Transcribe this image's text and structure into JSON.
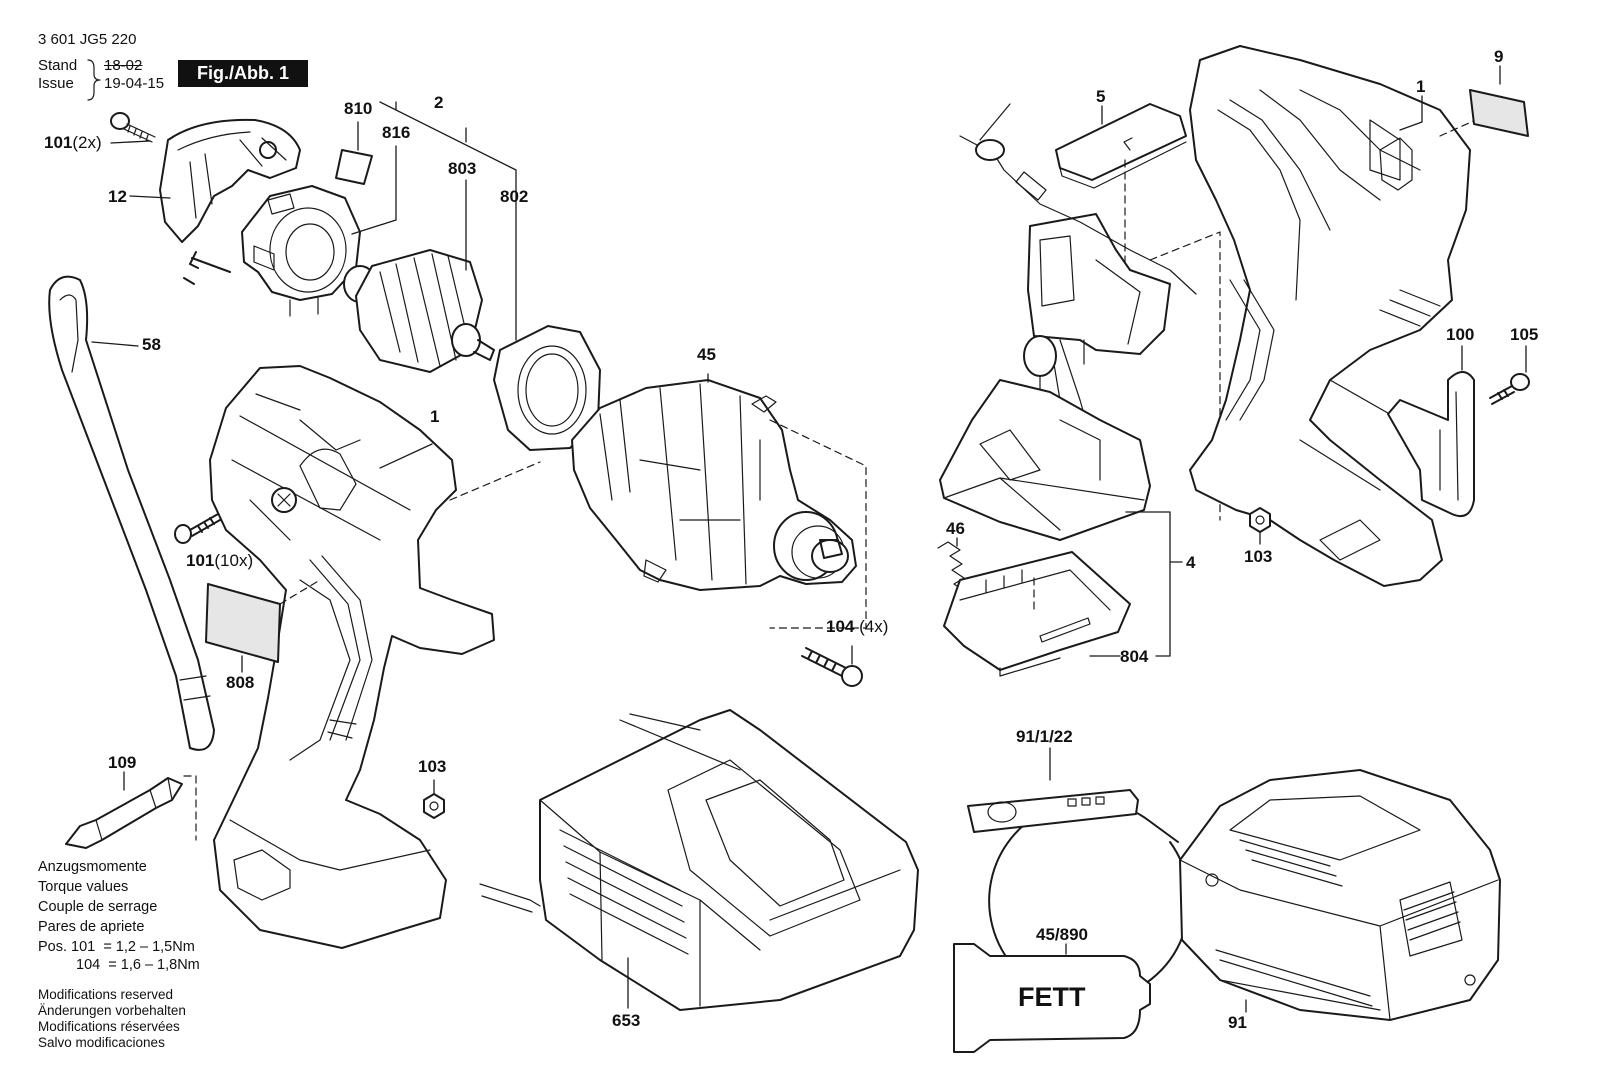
{
  "header": {
    "doc_number": "3 601 JG5 220",
    "stand_label": "Stand",
    "issue_label": "Issue",
    "stand_date": "18-02",
    "issue_date": "19-04-15",
    "figure_label": "Fig./Abb. 1"
  },
  "callouts": [
    {
      "id": "101_top",
      "number": "101",
      "qty": "(2x)"
    },
    {
      "id": "12",
      "number": "12",
      "qty": ""
    },
    {
      "id": "810",
      "number": "810",
      "qty": ""
    },
    {
      "id": "816",
      "number": "816",
      "qty": ""
    },
    {
      "id": "2",
      "number": "2",
      "qty": ""
    },
    {
      "id": "803",
      "number": "803",
      "qty": ""
    },
    {
      "id": "802",
      "number": "802",
      "qty": ""
    },
    {
      "id": "58",
      "number": "58",
      "qty": ""
    },
    {
      "id": "45",
      "number": "45",
      "qty": ""
    },
    {
      "id": "1_left",
      "number": "1",
      "qty": ""
    },
    {
      "id": "101_mid",
      "number": "101",
      "qty": "(10x)"
    },
    {
      "id": "808",
      "number": "808",
      "qty": ""
    },
    {
      "id": "104",
      "number": "104",
      "qty": "(4x)"
    },
    {
      "id": "109",
      "number": "109",
      "qty": ""
    },
    {
      "id": "103_left",
      "number": "103",
      "qty": ""
    },
    {
      "id": "653",
      "number": "653",
      "qty": ""
    },
    {
      "id": "5",
      "number": "5",
      "qty": ""
    },
    {
      "id": "46",
      "number": "46",
      "qty": ""
    },
    {
      "id": "4",
      "number": "4",
      "qty": ""
    },
    {
      "id": "804",
      "number": "804",
      "qty": ""
    },
    {
      "id": "91_1_22",
      "number": "91/1/22",
      "qty": ""
    },
    {
      "id": "45_890",
      "number": "45/890",
      "qty": ""
    },
    {
      "id": "91",
      "number": "91",
      "qty": ""
    },
    {
      "id": "9",
      "number": "9",
      "qty": ""
    },
    {
      "id": "1_right",
      "number": "1",
      "qty": ""
    },
    {
      "id": "100",
      "number": "100",
      "qty": ""
    },
    {
      "id": "105",
      "number": "105",
      "qty": ""
    },
    {
      "id": "103_right",
      "number": "103",
      "qty": ""
    }
  ],
  "torque": {
    "lines": [
      "Anzugsmomente",
      "Torque values",
      "Couple de serrage",
      "Pares de apriete"
    ],
    "row1": {
      "prefix": "Pos.",
      "pos": "101",
      "value": "= 1,2 – 1,5Nm"
    },
    "row2": {
      "pos": "104",
      "value": "= 1,6 – 1,8Nm"
    }
  },
  "modifications": [
    "Modifications reserved",
    "Änderungen vorbehalten",
    "Modifications réservées",
    "Salvo modificaciones"
  ],
  "grease_label": "FETT"
}
